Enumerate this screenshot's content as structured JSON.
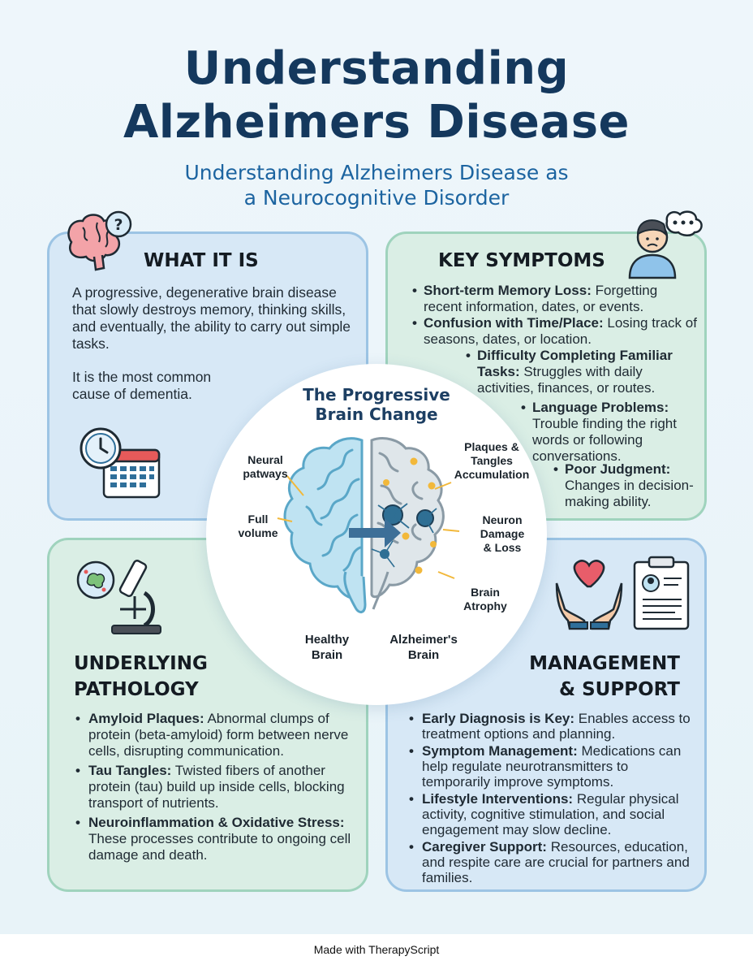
{
  "header": {
    "title_line1": "Understanding",
    "title_line2": "Alzheimers Disease",
    "subtitle_line1": "Understanding Alzheimers Disease as",
    "subtitle_line2": "a Neurocognitive Disorder"
  },
  "what_it_is": {
    "heading": "WHAT IT IS",
    "para1": "A progressive, degenerative brain disease that slowly destroys memory, thinking skills, and eventually, the ability to carry out simple tasks.",
    "para2": "It is the most common cause of dementia.",
    "icons": [
      "brain-question-icon",
      "clock-icon",
      "calendar-icon"
    ]
  },
  "key_symptoms": {
    "heading": "KEY SYMPTOMS",
    "items": [
      {
        "term": "Short-term Memory Loss:",
        "text": "Forgetting recent information, dates, or events."
      },
      {
        "term": "Confusion with Time/Place:",
        "text": "Losing track of seasons, dates, or location."
      },
      {
        "term": "Difficulty Completing Familiar Tasks:",
        "text": "Struggles with daily activities, finances, or routes."
      },
      {
        "term": "Language Problems:",
        "text": "Trouble finding the right words or following conversations."
      },
      {
        "term": "Poor Judgment:",
        "text": "Changes in decision-making ability."
      }
    ],
    "icons": [
      "confused-person-icon"
    ]
  },
  "center": {
    "title_line1": "The Progressive",
    "title_line2": "Brain Change",
    "healthy": {
      "name_line1": "Healthy",
      "name_line2": "Brain",
      "label_neural_1": "Neural",
      "label_neural_2": "patways",
      "label_full_1": "Full",
      "label_full_2": "volume"
    },
    "alzheimers": {
      "name_line1": "Alzheimer's",
      "name_line2": "Brain",
      "label_plaques_1": "Plaques &",
      "label_plaques_2": "Tangles",
      "label_plaques_3": "Accumulation",
      "label_neuron_1": "Neuron",
      "label_neuron_2": "Damage",
      "label_neuron_3": "& Loss",
      "label_atrophy_1": "Brain",
      "label_atrophy_2": "Atrophy"
    },
    "colors": {
      "healthy_fill": "#bfe3f2",
      "healthy_stroke": "#5aa7c8",
      "alz_fill": "#dfe6ea",
      "alz_stroke": "#8a9aa5",
      "plaque": "#f2b83a",
      "neuron": "#2f6f94",
      "arrow": "#3d6f98"
    }
  },
  "pathology": {
    "heading_line1": "UNDERLYING",
    "heading_line2": "PATHOLOGY",
    "items": [
      {
        "term": "Amyloid Plaques:",
        "text": "Abnormal clumps of protein (beta-amyloid) form between nerve cells, disrupting communication."
      },
      {
        "term": "Tau Tangles:",
        "text": "Twisted fibers of another protein (tau) build up inside cells, blocking transport of nutrients."
      },
      {
        "term": "Neuroinflammation & Oxidative Stress:",
        "text": "These processes contribute to ongoing cell damage and death."
      }
    ],
    "icons": [
      "microscope-icon"
    ]
  },
  "management": {
    "heading_line1": "MANAGEMENT",
    "heading_line2": "& SUPPORT",
    "items": [
      {
        "term": "Early Diagnosis is Key:",
        "text": "Enables access to treatment options and planning."
      },
      {
        "term": "Symptom Management:",
        "text": "Medications can help regulate neurotransmitters to temporarily improve symptoms."
      },
      {
        "term": "Lifestyle Interventions:",
        "text": "Regular physical activity, cognitive stimulation, and social engagement may slow decline."
      },
      {
        "term": "Caregiver Support:",
        "text": "Resources, education, and respite care are crucial for partners and families."
      }
    ],
    "icons": [
      "caring-hands-heart-icon",
      "clipboard-icon"
    ]
  },
  "footer": {
    "text": "Made with TherapyScript"
  },
  "colors": {
    "title": "#14385d",
    "subtitle": "#1c64a0",
    "blue_card": "#d7e8f6",
    "green_card": "#daeee5"
  }
}
